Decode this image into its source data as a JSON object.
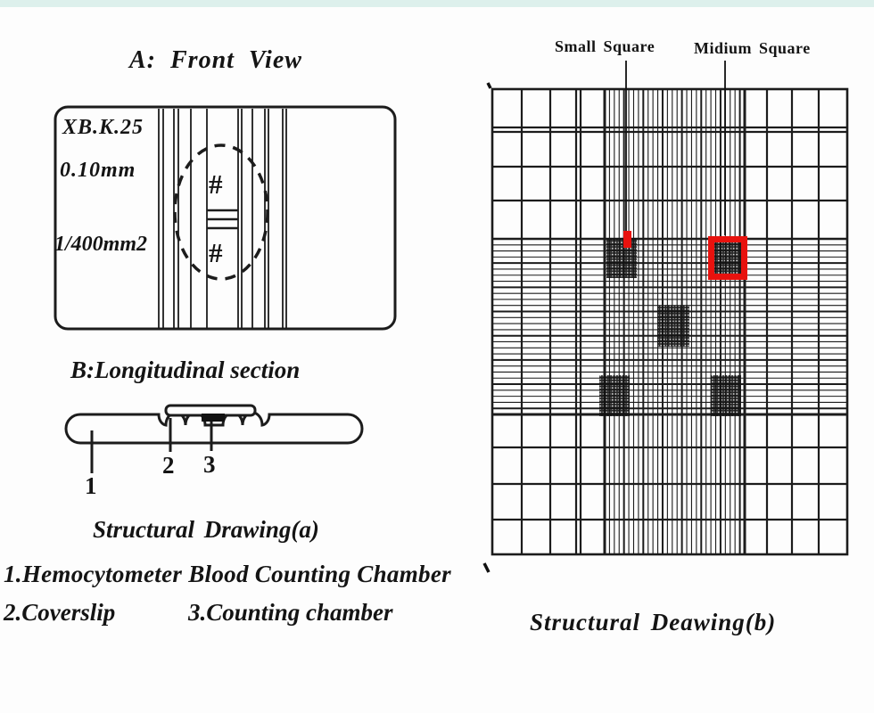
{
  "colors": {
    "background": "#fdfdfd",
    "top_strip": "#ddf0ec",
    "line_black": "#1c1c1c",
    "marker_red": "#e8120e"
  },
  "front_view": {
    "title": "A: Front View",
    "model_label": "XB.K.25",
    "depth_label": "0.10mm",
    "area_label": "1/400mm2",
    "grid_symbol_top": "#",
    "grid_symbol_bottom": "#"
  },
  "longitudinal_section": {
    "title": "B:Longitudinal section",
    "callout_1": "1",
    "callout_2": "2",
    "callout_3": "3",
    "caption": "Structural Drawing(a)"
  },
  "legend": {
    "line1": "1.Hemocytometer Blood Counting Chamber",
    "item2": "2.Coverslip",
    "item3": "3.Counting chamber"
  },
  "grid_view": {
    "label_small_square": "Small Square",
    "label_medium_square": "Midium Square",
    "caption": "Structural Deawing(b)"
  }
}
